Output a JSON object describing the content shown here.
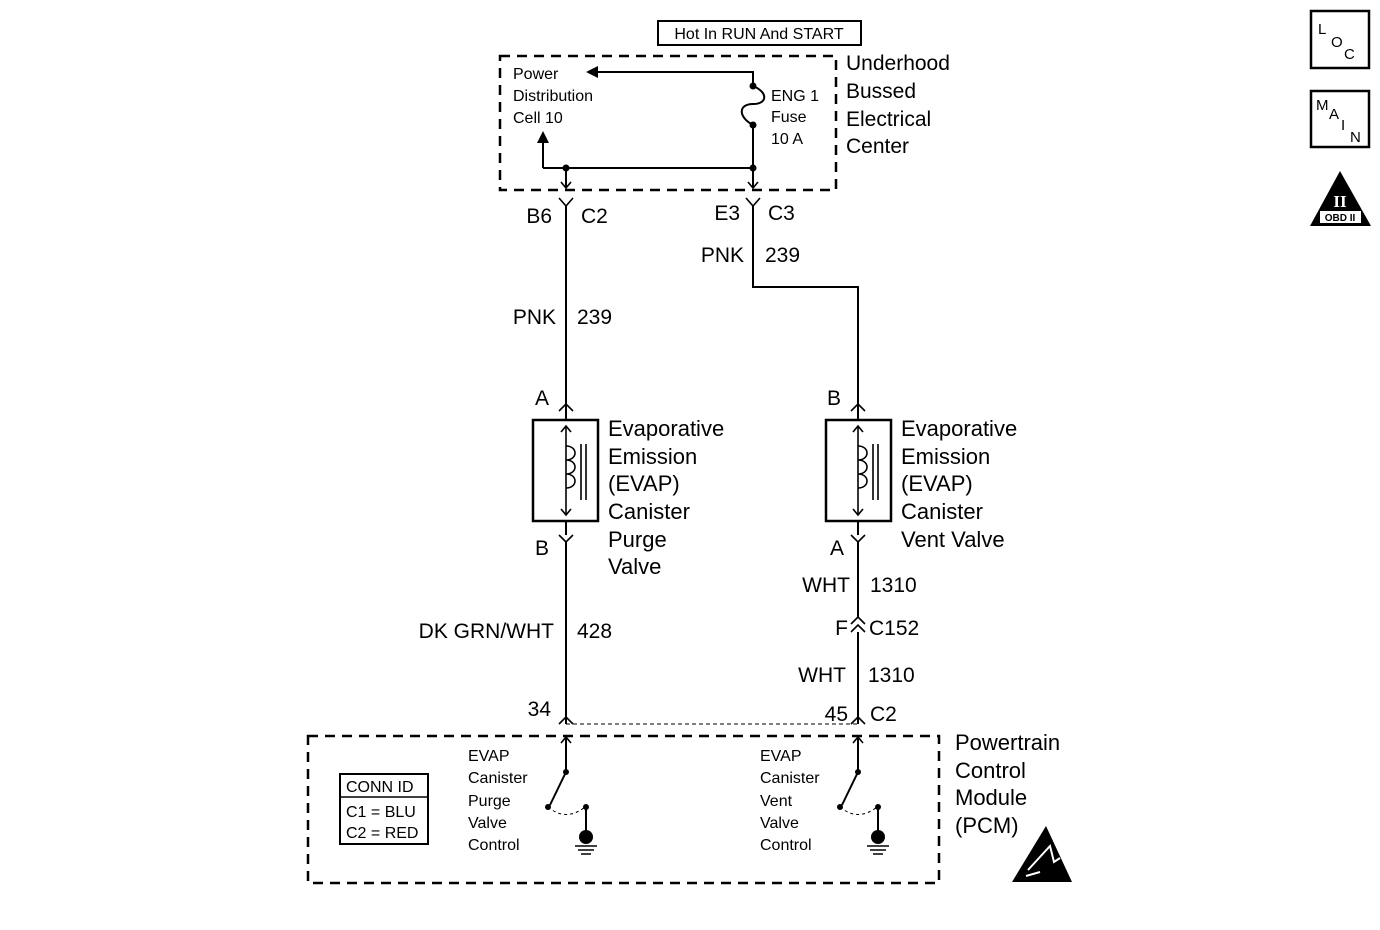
{
  "power_source": {
    "label": "Hot In RUN And START"
  },
  "fuse_block": {
    "name": [
      "Underhood",
      "Bussed",
      "Electrical",
      "Center"
    ],
    "cell": [
      "Power",
      "Distribution",
      "Cell 10"
    ],
    "fuse": [
      "ENG 1",
      "Fuse",
      "10 A"
    ]
  },
  "connectors_top": {
    "left": {
      "pin": "B6",
      "conn": "C2"
    },
    "right": {
      "pin": "E3",
      "conn": "C3"
    }
  },
  "wires": {
    "left_upper": {
      "color": "PNK",
      "circuit": "239"
    },
    "right_upper": {
      "color": "PNK",
      "circuit": "239"
    },
    "left_lower": {
      "color": "DK GRN/WHT",
      "circuit": "428"
    },
    "right_mid": {
      "color": "WHT",
      "circuit": "1310"
    },
    "right_lower": {
      "color": "WHT",
      "circuit": "1310"
    }
  },
  "purge_valve": {
    "pin_top": "A",
    "pin_bottom": "B",
    "name": [
      "Evaporative",
      "Emission",
      "(EVAP)",
      "Canister",
      "Purge",
      "Valve"
    ]
  },
  "vent_valve": {
    "pin_top": "B",
    "pin_bottom": "A",
    "name": [
      "Evaporative",
      "Emission",
      "(EVAP)",
      "Canister",
      "Vent Valve"
    ]
  },
  "inline_connector": {
    "pin": "F",
    "conn": "C152"
  },
  "pcm": {
    "pin_left": "34",
    "pin_right": "45",
    "conn": "C2",
    "name": [
      "Powertrain",
      "Control",
      "Module",
      "(PCM)"
    ],
    "purge_control": [
      "EVAP",
      "Canister",
      "Purge",
      "Valve",
      "Control"
    ],
    "vent_control": [
      "EVAP",
      "Canister",
      "Vent",
      "Valve",
      "Control"
    ],
    "conn_id": {
      "title": "CONN ID",
      "rows": [
        "C1 = BLU",
        "C2 = RED"
      ]
    }
  },
  "side_icons": {
    "loc": [
      "L",
      "O",
      "C"
    ],
    "main": [
      "M",
      "A",
      "I",
      "N"
    ],
    "obd": {
      "numeral": "II",
      "label": "OBD II"
    }
  },
  "icons": [
    "loc-icon",
    "main-icon",
    "obd-ii-icon",
    "esd-warning-icon",
    "ground-icon",
    "fuse-icon"
  ]
}
